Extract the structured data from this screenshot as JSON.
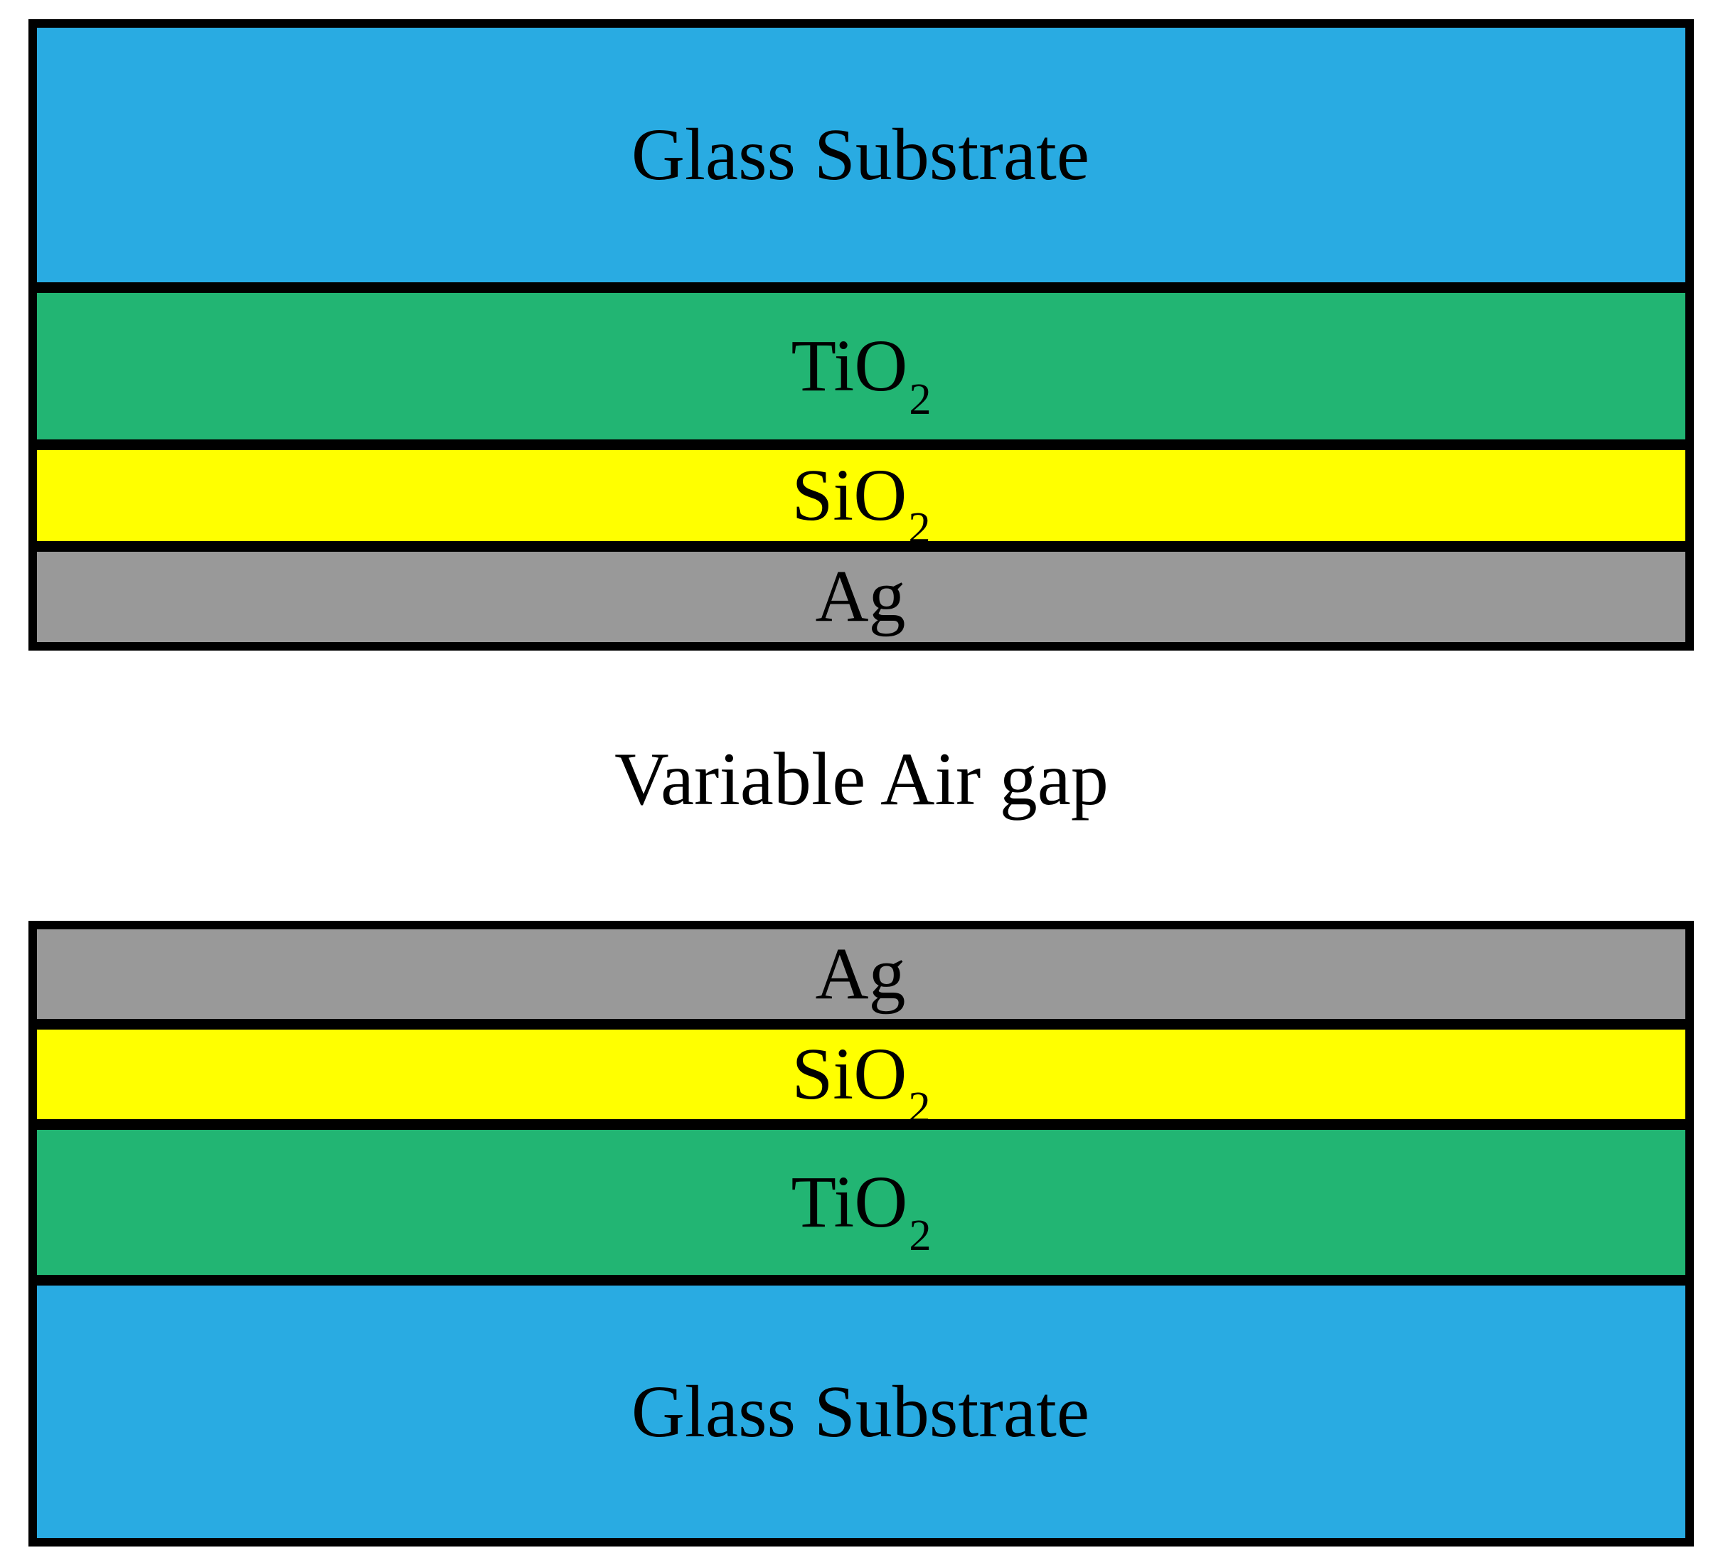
{
  "diagram": {
    "air_gap_label": "Variable Air gap",
    "stacks": [
      {
        "position": "top",
        "layers": [
          {
            "label": "Glass Substrate",
            "sub": "",
            "color": "#29ABE2"
          },
          {
            "label": "TiO",
            "sub": "2",
            "color": "#22B573"
          },
          {
            "label": "SiO",
            "sub": "2",
            "color": "#FFFF00"
          },
          {
            "label": "Ag",
            "sub": "",
            "color": "#999999"
          }
        ]
      },
      {
        "position": "bottom",
        "layers": [
          {
            "label": "Ag",
            "sub": "",
            "color": "#999999"
          },
          {
            "label": "SiO",
            "sub": "2",
            "color": "#FFFF00"
          },
          {
            "label": "TiO",
            "sub": "2",
            "color": "#22B573"
          },
          {
            "label": "Glass Substrate",
            "sub": "",
            "color": "#29ABE2"
          }
        ]
      }
    ],
    "colors": {
      "outline": "#000000",
      "background": "#FFFFFF",
      "glass": "#29ABE2",
      "tio2": "#22B573",
      "sio2": "#FFFF00",
      "ag": "#999999"
    }
  }
}
